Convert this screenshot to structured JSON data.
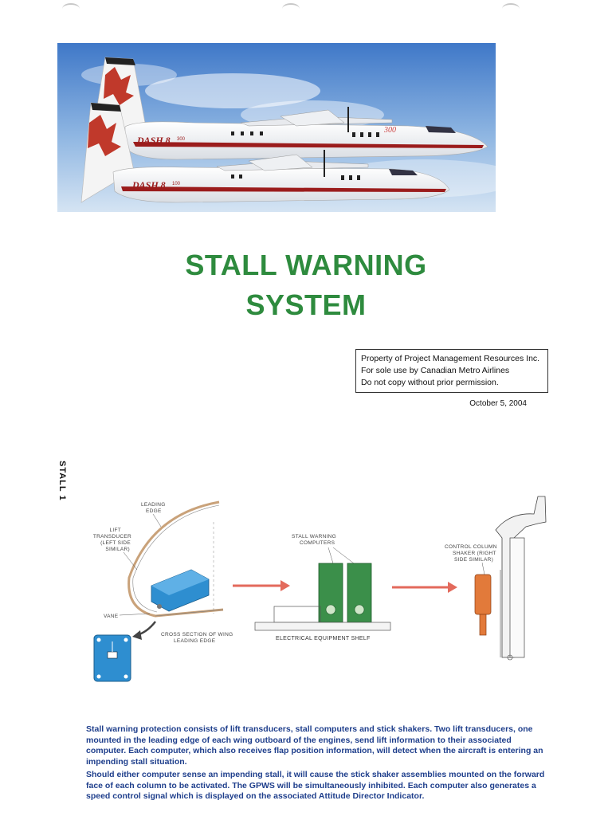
{
  "hero": {
    "tail_text_1": "DASH 8",
    "tail_series_1": "300",
    "tail_text_2": "DASH 8",
    "tail_series_2": "100",
    "fuselage_number": "300"
  },
  "title": {
    "line1": "STALL WARNING",
    "line2": "SYSTEM"
  },
  "property_notice": [
    "Property of Project Management Resources Inc.",
    "For sole use by Canadian Metro Airlines",
    "Do not copy without prior permission."
  ],
  "date": "October 5, 2004",
  "side_label": "STALL 1",
  "diagram": {
    "leading_edge": [
      "LEADING",
      "EDGE"
    ],
    "lift_transducer": [
      "LIFT",
      "TRANSDUCER",
      "(LEFT SIDE",
      "SIMILAR)"
    ],
    "vane": "VANE",
    "cross_section": [
      "CROSS SECTION OF WING",
      "LEADING EDGE"
    ],
    "stall_warning_computers": [
      "STALL WARNING",
      "COMPUTERS"
    ],
    "electrical_shelf": "ELECTRICAL EQUIPMENT SHELF",
    "control_column": [
      "CONTROL COLUMN",
      "SHAKER (RIGHT",
      "SIDE SIMILAR)"
    ]
  },
  "paragraphs": [
    "Stall warning protection consists of lift transducers, stall computers and stick shakers.  Two lift transducers, one mounted in the leading edge of each wing outboard of the engines, send lift information to their associated computer.  Each computer, which also receives flap position information, will detect when the aircraft is entering an impending stall situation.",
    "Should either computer sense an impending stall, it will cause the stick shaker assemblies mounted on the forward face of each column to be activated.  The GPWS will be simultaneously inhibited.  Each computer also generates a speed control signal which is displayed on the associated Attitude Director Indicator."
  ],
  "colors": {
    "title": "#2e8b3e",
    "body_text": "#1f3f8c",
    "arrow": "#e36a5c",
    "computer": "#3b8f4a",
    "transducer": "#2e8ed0",
    "shaker": "#e27a3a"
  }
}
